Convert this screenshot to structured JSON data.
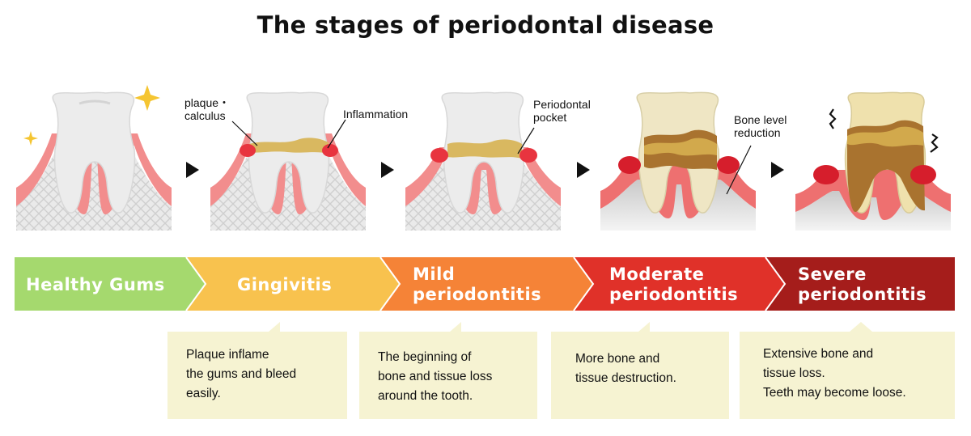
{
  "title": "The stages of periodontal disease",
  "labels": {
    "plaque_line1": "plaque・",
    "plaque_line2": "calculus",
    "inflammation": "Inflammation",
    "pocket_line1": "Periodontal",
    "pocket_line2": "pocket",
    "bone_line1": "Bone level",
    "bone_line2": "reduction"
  },
  "stages": [
    {
      "line1": "Healthy Gums",
      "line2": "",
      "color": "#a5d96e"
    },
    {
      "line1": "Gingivitis",
      "line2": "",
      "color": "#f8c24e"
    },
    {
      "line1": "Mild",
      "line2": "periodontitis",
      "color": "#f58337"
    },
    {
      "line1": "Moderate",
      "line2": "periodontitis",
      "color": "#e03129"
    },
    {
      "line1": "Severe",
      "line2": "periodontitis",
      "color": "#a51d1b"
    }
  ],
  "descriptions": [
    {
      "lines": [
        "Plaque inflame",
        "the gums and bleed",
        "easily."
      ]
    },
    {
      "lines": [
        "The beginning of",
        "bone and tissue loss",
        "around the tooth."
      ]
    },
    {
      "lines": [
        "More bone and",
        "tissue destruction."
      ]
    },
    {
      "lines": [
        "Extensive bone and",
        "tissue loss.",
        "Teeth may become loose."
      ]
    }
  ],
  "colors": {
    "gum": "#f28d8d",
    "gum_inflamed": "#e8343f",
    "bone_pattern": "#e6e6e6",
    "tooth": "#ececec",
    "plaque": "#d9b860",
    "desc_box": "#f6f3d2"
  },
  "icons": [
    "sparkle-icon",
    "arrow-right-icon",
    "shake-mark-icon"
  ]
}
